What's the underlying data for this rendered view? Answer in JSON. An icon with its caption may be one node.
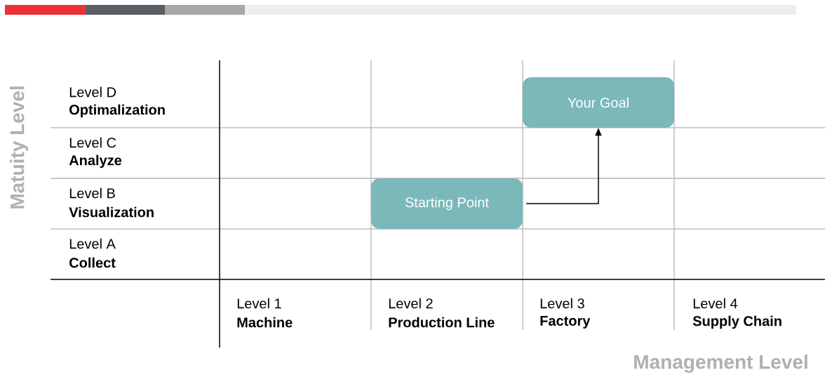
{
  "diagram": {
    "nodes": [
      {
        "text": [
          "Starting Point"
        ]
      },
      {
        "text": [
          "Your Goal"
        ]
      }
    ],
    "edges": [
      {
        "from": 0,
        "to": 1,
        "arrow": "to"
      }
    ],
    "labels": [
      "Matuity Level",
      "Level D",
      "Optimalization",
      "Level C",
      "Analyze",
      "Level B",
      "Visualization",
      "Level A",
      "Collect",
      "Level 1",
      "Machine",
      "Level 2",
      "Production Line",
      "Level 3",
      "Factory",
      "Level 4",
      "Supply Chain",
      "Management Level"
    ]
  }
}
